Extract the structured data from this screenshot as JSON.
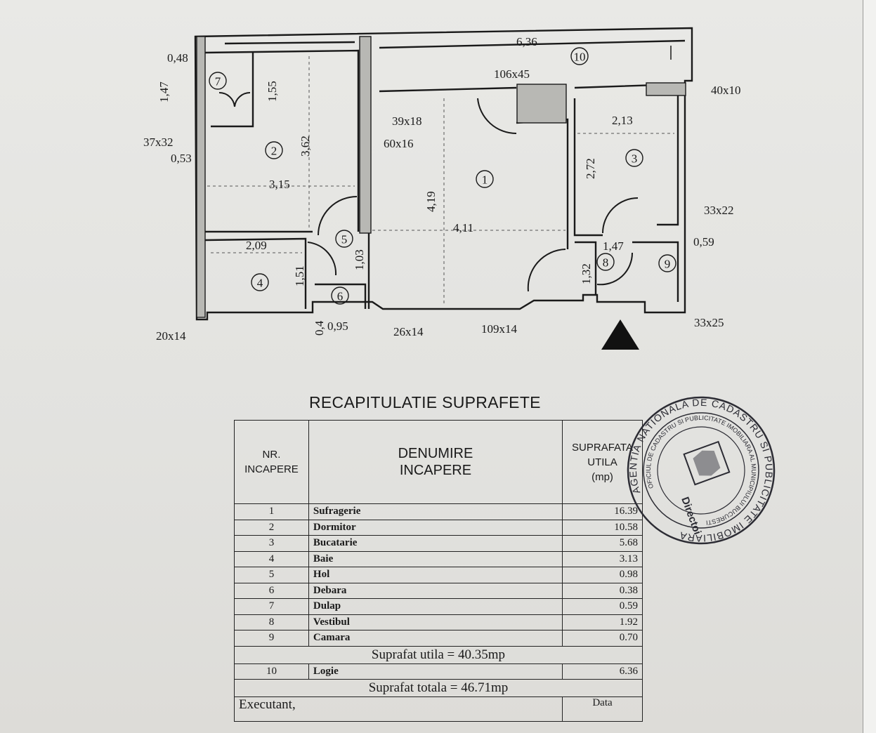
{
  "floor_plan": {
    "rooms": [
      {
        "number": "1",
        "dims": [
          "4,19",
          "4,11"
        ]
      },
      {
        "number": "2",
        "dims": [
          "3,62",
          "3,15"
        ]
      },
      {
        "number": "3",
        "dims": [
          "2,13",
          "2,72"
        ]
      },
      {
        "number": "4",
        "dims": [
          "2,09",
          "1,51"
        ]
      },
      {
        "number": "5",
        "dims": [
          "1,03"
        ]
      },
      {
        "number": "6",
        "dims": [
          "0,95"
        ]
      },
      {
        "number": "7",
        "dims": [
          "1,55"
        ]
      },
      {
        "number": "8",
        "dims": [
          "1,47",
          "1,32"
        ]
      },
      {
        "number": "9",
        "dims": [
          "0,59"
        ]
      },
      {
        "number": "10",
        "dims": [
          "6,36"
        ]
      }
    ],
    "annotations": [
      "0,48",
      "1,47",
      "37x32",
      "0,53",
      "39x18",
      "60x16",
      "106x45",
      "40x10",
      "33x22",
      "20x14",
      "0,4",
      "26x14",
      "109x14",
      "33x25"
    ]
  },
  "recap": {
    "title": "RECAPITULATIE SUPRAFETE",
    "headers": {
      "nr": [
        "NR.",
        "INCAPERE"
      ],
      "name": [
        "DENUMIRE",
        "INCAPERE"
      ],
      "area": [
        "SUPRAFATA",
        "UTILA",
        "(mp)"
      ]
    },
    "rows": [
      {
        "nr": "1",
        "name": "Sufragerie",
        "area": "16.39"
      },
      {
        "nr": "2",
        "name": "Dormitor",
        "area": "10.58"
      },
      {
        "nr": "3",
        "name": "Bucatarie",
        "area": "5.68"
      },
      {
        "nr": "4",
        "name": "Baie",
        "area": "3.13"
      },
      {
        "nr": "5",
        "name": "Hol",
        "area": "0.98"
      },
      {
        "nr": "6",
        "name": "Debara",
        "area": "0.38"
      },
      {
        "nr": "7",
        "name": "Dulap",
        "area": "0.59"
      },
      {
        "nr": "8",
        "name": "Vestibul",
        "area": "1.92"
      },
      {
        "nr": "9",
        "name": "Camara",
        "area": "0.70"
      }
    ],
    "subtotal": "Suprafat utila = 40.35mp",
    "logia": {
      "nr": "10",
      "name": "Logie",
      "area": "6.36"
    },
    "total": "Suprafat totala = 46.71mp",
    "executant": "Executant,",
    "data": "Data"
  },
  "stamp": {
    "outer_text": "AGENTIA NATIONALA DE CADASTRU SI PUBLICITATE IMOBILIARA",
    "inner_text": "OFICIUL DE CADASTRU SI PUBLICITATE IMOBILIARA AL MUNICIPIULUI BUCURESTI",
    "center_text": "Directoi"
  }
}
